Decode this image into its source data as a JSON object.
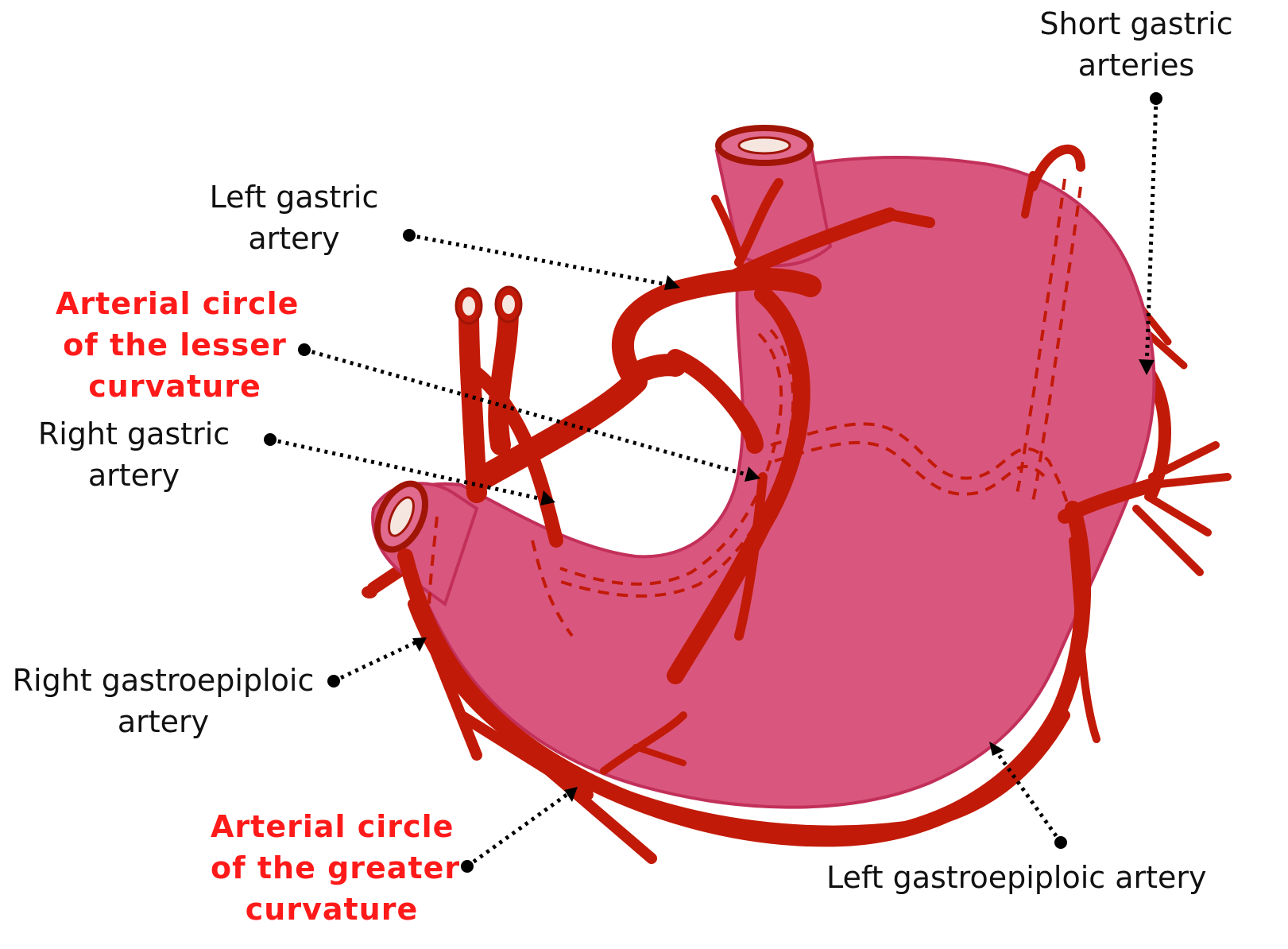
{
  "colors": {
    "stomach_fill": "#d9577e",
    "stomach_edge": "#c2305a",
    "artery": "#c21a08",
    "artery_dark": "#a01505",
    "red_label": "#ff1a1a",
    "text": "#111111"
  },
  "labels": {
    "short_gastric": [
      "Short gastric",
      "arteries"
    ],
    "left_gastric": [
      "Left gastric",
      "artery"
    ],
    "lesser_circle": [
      "Arterial circle",
      "of the lesser",
      "curvature"
    ],
    "right_gastric": [
      "Right gastric",
      "artery"
    ],
    "right_gastroepiploic": [
      "Right gastroepiploic",
      "artery"
    ],
    "greater_circle": [
      "Arterial circle",
      "of the greater",
      "curvature"
    ],
    "left_gastroepiploic": [
      "Left gastroepiploic artery"
    ]
  }
}
